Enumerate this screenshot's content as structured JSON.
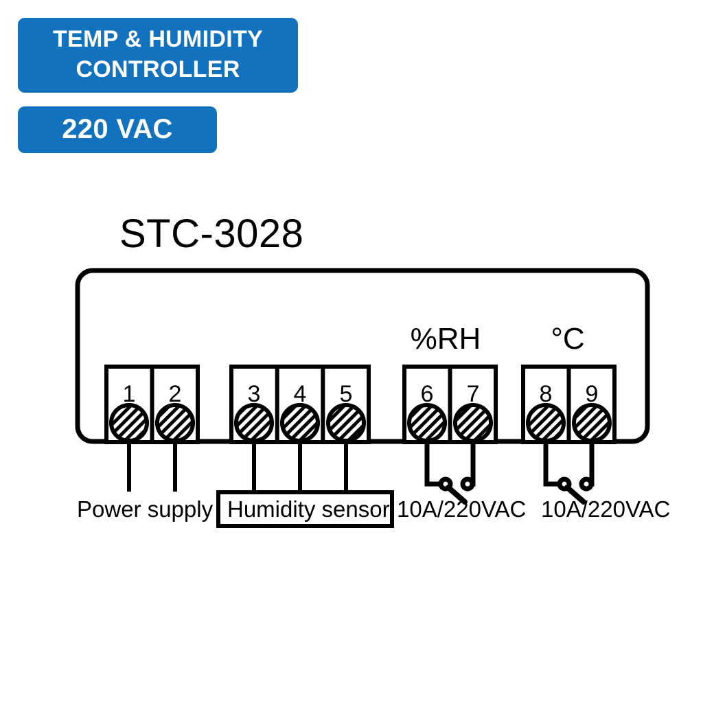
{
  "badges": {
    "product": {
      "line1": "TEMP & HUMIDITY",
      "line2": "CONTROLLER",
      "color": "#1272bd",
      "text_color": "#ffffff"
    },
    "voltage": {
      "label": "220 VAC",
      "color": "#1272bd",
      "text_color": "#ffffff"
    }
  },
  "diagram": {
    "model_number": "STC-3028",
    "unit_labels": {
      "humidity_output": "%RH",
      "temperature_output": "°C"
    },
    "terminals": [
      {
        "number": "1",
        "group": "power-supply"
      },
      {
        "number": "2",
        "group": "power-supply"
      },
      {
        "number": "3",
        "group": "humidity-sensor"
      },
      {
        "number": "4",
        "group": "humidity-sensor"
      },
      {
        "number": "5",
        "group": "humidity-sensor"
      },
      {
        "number": "6",
        "group": "humidity-relay"
      },
      {
        "number": "7",
        "group": "humidity-relay"
      },
      {
        "number": "8",
        "group": "temperature-relay"
      },
      {
        "number": "9",
        "group": "temperature-relay"
      }
    ],
    "connection_labels": {
      "power_supply": "Power supply",
      "humidity_sensor": "Humidity sensor",
      "humidity_relay_rating": "10A/220VAC",
      "temperature_relay_rating": "10A/220VAC"
    },
    "stroke_color": "#000000"
  }
}
